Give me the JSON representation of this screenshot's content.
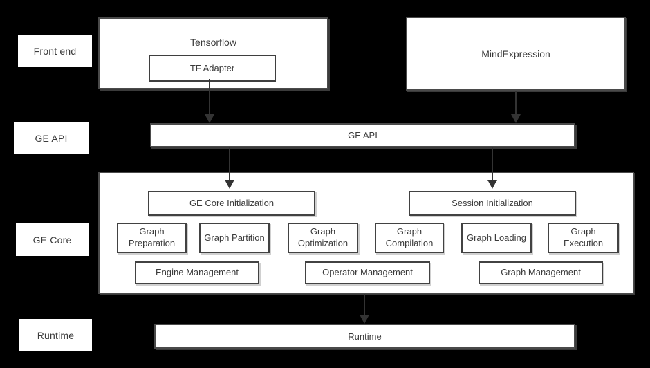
{
  "colors": {
    "background": "#000000",
    "box_fill": "#ffffff",
    "border": "#454545",
    "text": "#3b3b3b",
    "arrow": "#333333"
  },
  "row_labels": {
    "front_end": "Front end",
    "ge_api": "GE API",
    "ge_core": "GE Core",
    "runtime": "Runtime"
  },
  "front_end": {
    "tensorflow_title": "Tensorflow",
    "tf_adapter": "TF Adapter",
    "mind_expression": "MindExpression"
  },
  "ge_api": {
    "label": "GE API"
  },
  "ge_core": {
    "init_boxes": [
      "GE Core Initialization",
      "Session Initialization"
    ],
    "stage_boxes": [
      "Graph Preparation",
      "Graph Partition",
      "Graph Optimization",
      "Graph Compilation",
      "Graph Loading",
      "Graph Execution"
    ],
    "management_boxes": [
      "Engine Management",
      "Operator Management",
      "Graph Management"
    ]
  },
  "runtime": {
    "label": "Runtime"
  }
}
